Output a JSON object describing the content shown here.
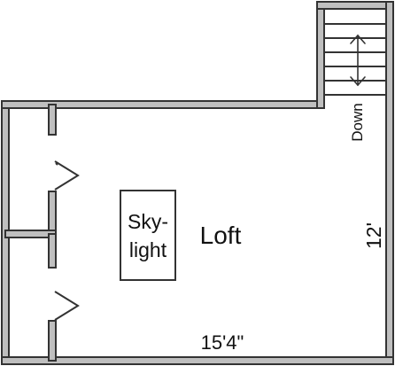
{
  "plan": {
    "room_name": "Loft",
    "skylight_line1": "Sky-",
    "skylight_line2": "light",
    "stairs_label": "Down",
    "width_dimension": "15'4\"",
    "depth_dimension": "12'"
  },
  "colors": {
    "wall_fill": "#bfbfbf",
    "line": "#333333",
    "background": "#ffffff"
  }
}
